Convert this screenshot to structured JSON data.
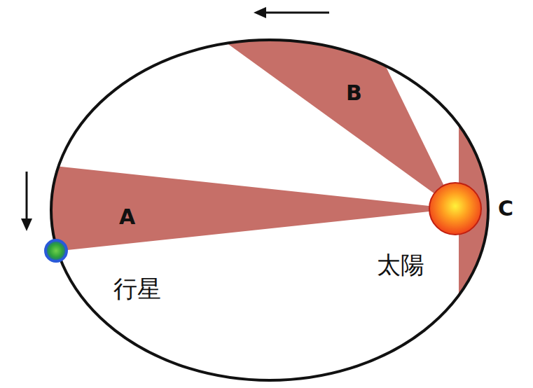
{
  "diagram": {
    "labels": [
      "B",
      "A",
      "C",
      "太陽",
      "行星"
    ]
  }
}
